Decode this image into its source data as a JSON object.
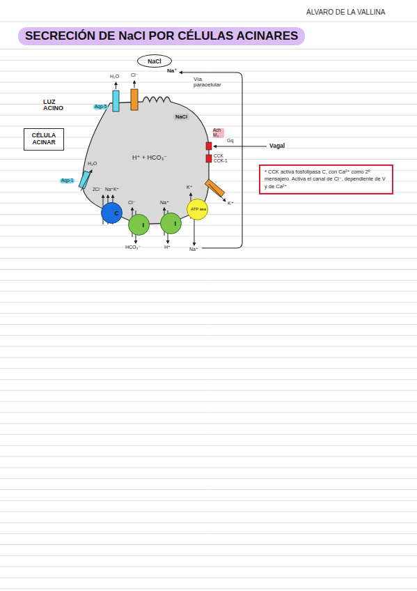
{
  "diagram": {
    "title": "SECRECIÓN DE NaCl POR CÉLULAS ACINARES",
    "nodes": [
      {
        "text": [
          "NaCl"
        ]
      },
      {
        "text": [
          "CÉLULA ACINAR"
        ]
      },
      {
        "text": [
          "C"
        ]
      },
      {
        "text": [
          "I"
        ]
      },
      {
        "text": [
          "I"
        ]
      },
      {
        "text": [
          "ATP asa"
        ]
      },
      {
        "text": [
          "* CCK activa fosfolipasa C, con Ca²⁺ como 2º mensajero. Activa el canal de Cl⁻, dependiente de V y de Ca²⁺"
        ]
      }
    ],
    "labels": [
      "ÁLVARO DE LA VALLINA",
      "Na⁺",
      "Vía paracelular",
      "LUZ ACINO",
      "H₂O",
      "Cl⁻",
      "Aqp-5",
      "NaCl",
      "H⁺ + HCO₃⁻",
      "Ach M₃",
      "Gq",
      "Vagal",
      "CCK CCK-1",
      "H₂O",
      "Aqp-1",
      "K⁺",
      "K⁺",
      "2Cl⁻",
      "Na⁺",
      "K⁺",
      "Cl⁻",
      "HCO₃⁻",
      "Na⁺",
      "H⁺",
      "Na⁺"
    ]
  }
}
